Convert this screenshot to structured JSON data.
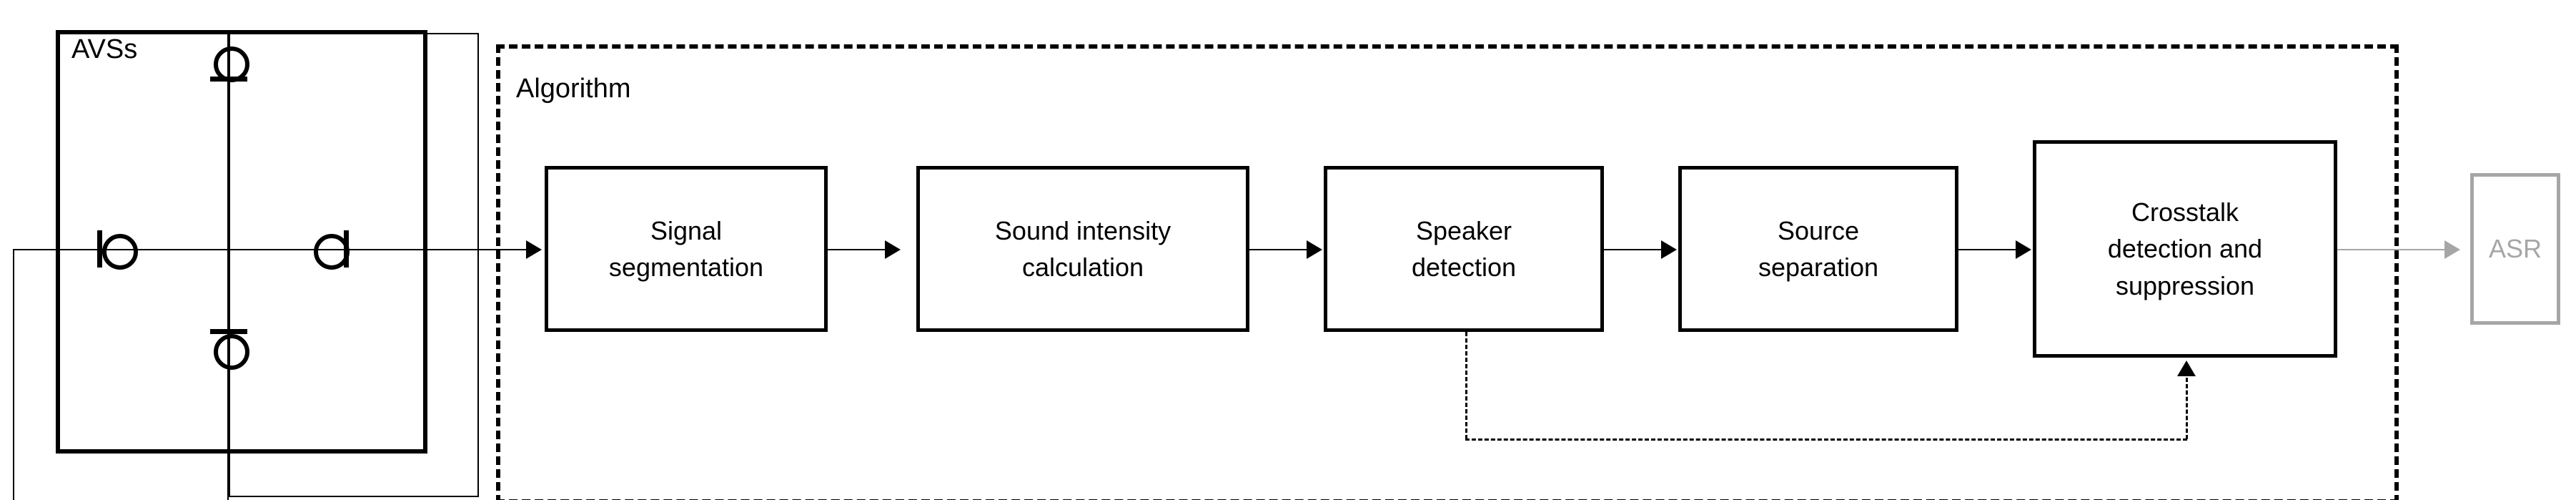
{
  "diagram": {
    "title_sensor_group": "AVSs",
    "title_algorithm": "Algorithm",
    "sensors": [
      {
        "name": "sensor-top",
        "direction": "up"
      },
      {
        "name": "sensor-left",
        "direction": "right"
      },
      {
        "name": "sensor-right",
        "direction": "left"
      },
      {
        "name": "sensor-bottom",
        "direction": "down"
      }
    ],
    "pipeline": [
      {
        "id": "signal-segmentation",
        "line1": "Signal",
        "line2": "segmentation",
        "line3": ""
      },
      {
        "id": "sound-intensity",
        "line1": "Sound intensity",
        "line2": "calculation",
        "line3": ""
      },
      {
        "id": "speaker-detection",
        "line1": "Speaker",
        "line2": "detection",
        "line3": ""
      },
      {
        "id": "source-separation",
        "line1": "Source",
        "line2": "separation",
        "line3": ""
      },
      {
        "id": "crosstalk-suppression",
        "line1": "Crosstalk",
        "line2": "detection and",
        "line3": "suppression"
      }
    ],
    "output": {
      "id": "asr",
      "label": "ASR"
    },
    "colors": {
      "stroke": "#000000",
      "muted": "#a6a6a6",
      "background": "#ffffff"
    }
  }
}
